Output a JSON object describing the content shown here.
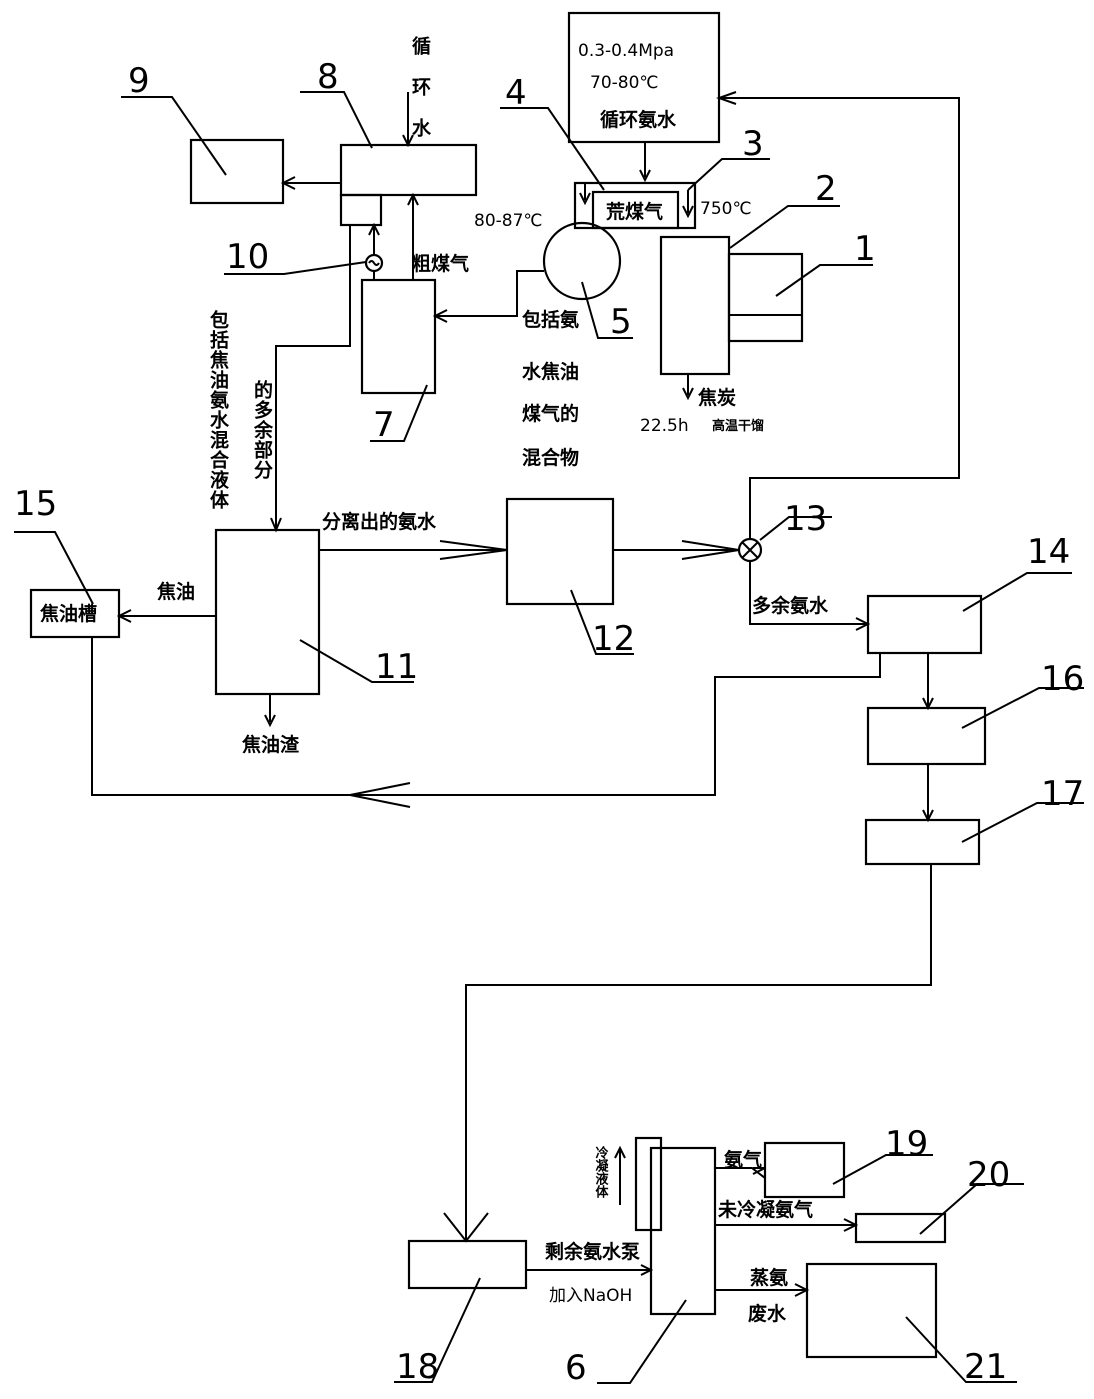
{
  "numbers": {
    "n1": "1",
    "n2": "2",
    "n3": "3",
    "n4": "4",
    "n5": "5",
    "n6": "6",
    "n7": "7",
    "n8": "8",
    "n9": "9",
    "n10": "10",
    "n11": "11",
    "n12": "12",
    "n13": "13",
    "n14": "14",
    "n15": "15",
    "n16": "16",
    "n17": "17",
    "n18": "18",
    "n19": "19",
    "n20": "20",
    "n21": "21"
  },
  "labels": {
    "pressure": "0.3-0.4Mpa",
    "temperature": "70-80℃",
    "circulating_ammonia_water": "循环氨水",
    "circulating_water_v": "循环水",
    "raw_gas_waste": "荒煤气",
    "temp_750": "750℃",
    "temp_80_87": "80-87℃",
    "crude_gas": "粗煤气",
    "mixture_v": [
      "包括氨",
      "水焦油",
      "煤气的",
      "混合物"
    ],
    "coke": "焦炭",
    "coking_time": "22.5h",
    "coking_time_note": "高温干馏",
    "excess_liquid_v": [
      "包括焦油氨水混合液体",
      "的多余部分"
    ],
    "separated_ammonia_water": "分离出的氨水",
    "tar": "焦油",
    "tar_tank": "焦油槽",
    "tar_residue": "焦油渣",
    "excess_ammonia_water": "多余氨水",
    "residual_ammonia_pump": "剩余氨水泵",
    "add_naoh": "加入NaOH",
    "ammonia_gas": "氨气",
    "uncondensed_ammonia": "未冷凝氨气",
    "steamed_waste_water": [
      "蒸氨",
      "废水"
    ],
    "circulating_liquid_v": "冷凝液体"
  }
}
